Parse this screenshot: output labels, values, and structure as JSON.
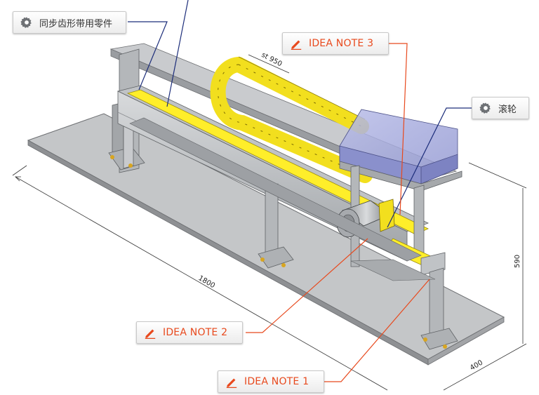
{
  "callouts": {
    "part_timing_belt": "同步齿形带用零件",
    "part_roller": "滚轮",
    "idea_note_1": "IDEA NOTE 1",
    "idea_note_2": "IDEA NOTE 2",
    "idea_note_3": "IDEA NOTE 3"
  },
  "dimensions": {
    "length": "1800",
    "width": "400",
    "height": "590",
    "stroke": "st 950"
  },
  "icons": {
    "part": "gear-icon",
    "idea": "pencil-icon"
  },
  "colors": {
    "part_leader": "#1c2d7a",
    "idea_leader": "#e8491d",
    "belt": "#ffee2a",
    "chain": "#f2df1e",
    "frame": "#b7babd",
    "base_plate": "#c4c6c8",
    "cover": "#9aa0d8"
  }
}
